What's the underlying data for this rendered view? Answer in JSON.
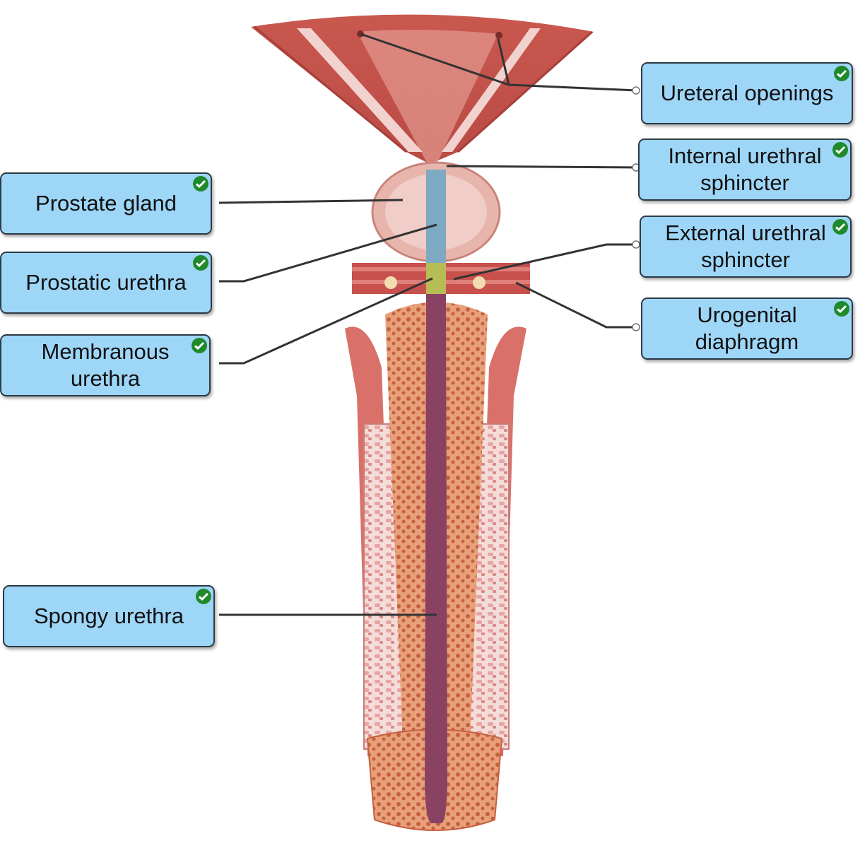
{
  "diagram": {
    "colors": {
      "label_fill": "#9ed6f8",
      "label_border": "#2b3a44",
      "check": "#1f8a2b",
      "leader_line": "#333333"
    },
    "labels": [
      {
        "id": "ureteral-openings",
        "text": "Ureteral openings",
        "status": "correct"
      },
      {
        "id": "internal-urethral-sphincter",
        "text": "Internal urethral\nsphincter",
        "status": "correct"
      },
      {
        "id": "external-urethral-sphincter",
        "text": "External urethral\nsphincter",
        "status": "correct"
      },
      {
        "id": "urogenital-diaphragm",
        "text": "Urogenital\ndiaphragm",
        "status": "correct"
      },
      {
        "id": "prostate-gland",
        "text": "Prostate gland",
        "status": "correct"
      },
      {
        "id": "prostatic-urethra",
        "text": "Prostatic urethra",
        "status": "correct"
      },
      {
        "id": "membranous-urethra",
        "text": "Membranous\nurethra",
        "status": "correct"
      },
      {
        "id": "spongy-urethra",
        "text": "Spongy urethra",
        "status": "correct"
      }
    ],
    "check_icon": "check-circle-icon"
  }
}
